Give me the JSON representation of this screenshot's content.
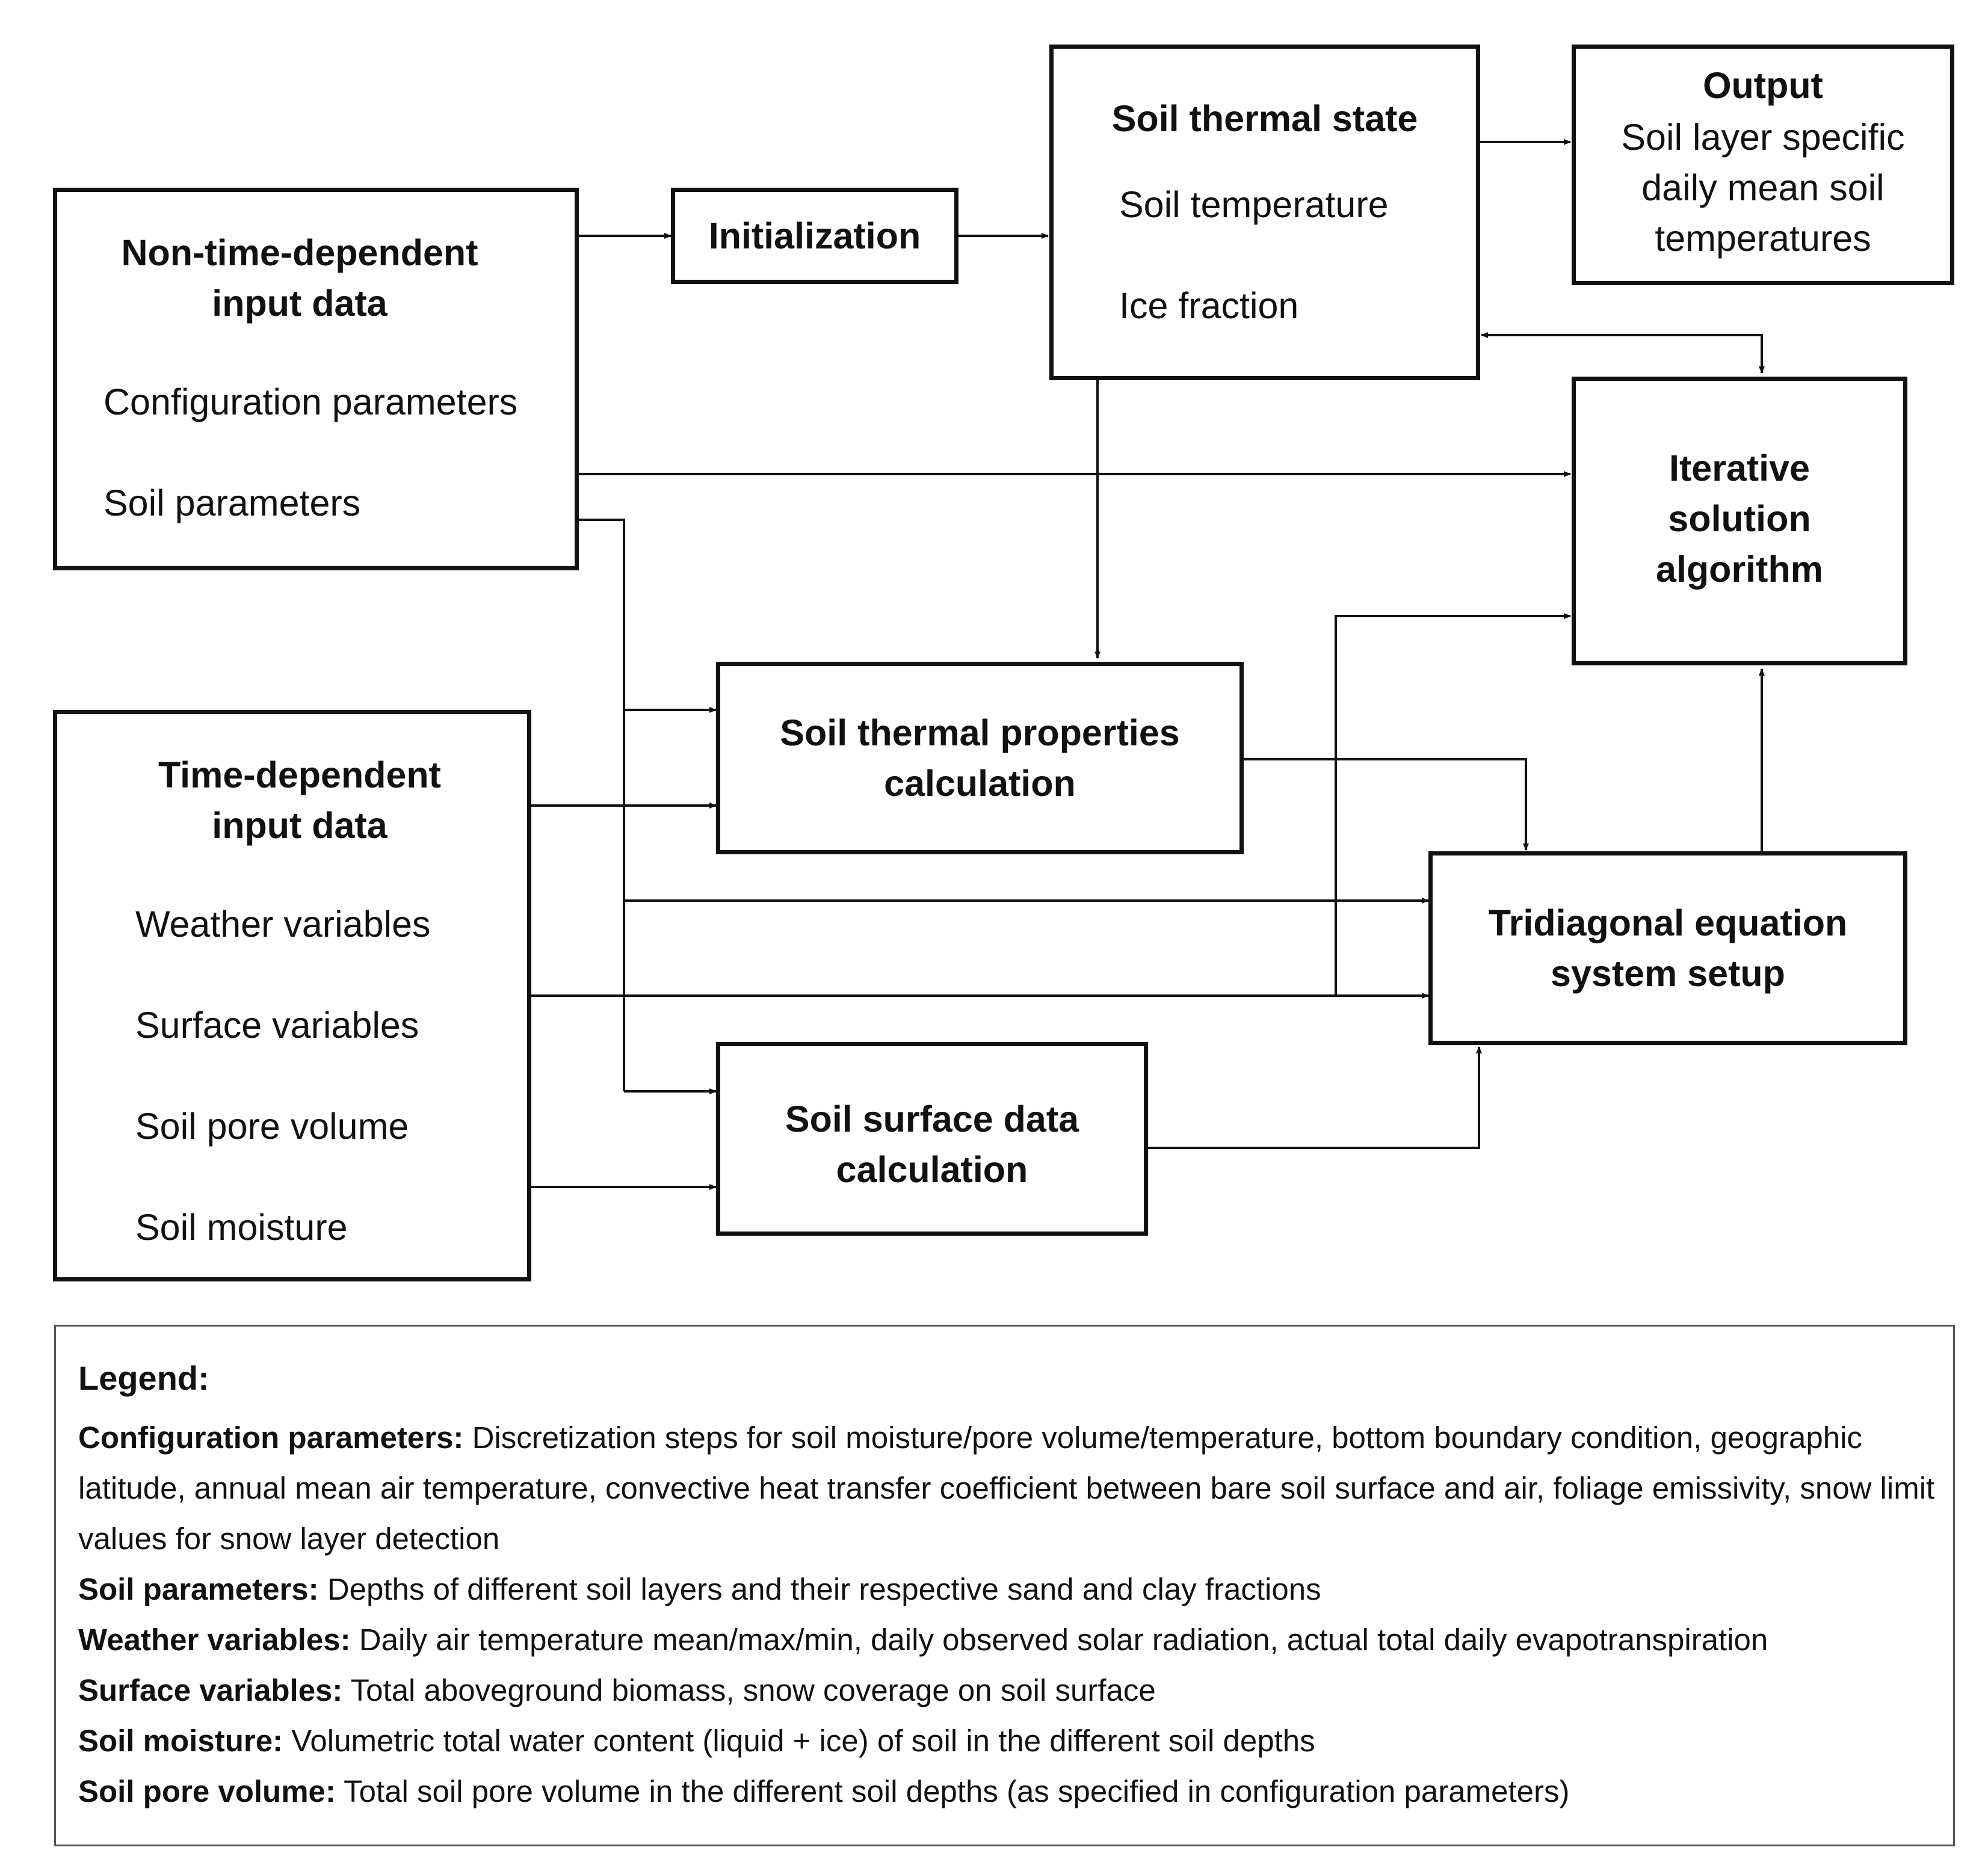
{
  "boxes": {
    "non_time": {
      "title_line1": "Non-time-dependent",
      "title_line2": "input data",
      "items": [
        "Configuration parameters",
        "Soil parameters"
      ]
    },
    "initialization": {
      "title": "Initialization"
    },
    "soil_thermal_state": {
      "title": "Soil thermal state",
      "items": [
        "Soil temperature",
        "Ice fraction"
      ]
    },
    "output": {
      "title": "Output",
      "lines": [
        "Soil layer specific",
        "daily mean soil",
        "temperatures"
      ]
    },
    "iterative": {
      "lines": [
        "Iterative",
        "solution",
        "algorithm"
      ]
    },
    "time_dep": {
      "title_line1": "Time-dependent",
      "title_line2": "input data",
      "items": [
        "Weather variables",
        "Surface variables",
        "Soil pore volume",
        "Soil moisture"
      ]
    },
    "thermal_props": {
      "lines": [
        "Soil thermal properties",
        "calculation"
      ]
    },
    "tridiagonal": {
      "lines": [
        "Tridiagonal equation",
        "system setup"
      ]
    },
    "surface_data": {
      "lines": [
        "Soil surface data",
        "calculation"
      ]
    }
  },
  "legend": {
    "title": "Legend:",
    "entries": [
      {
        "term": "Configuration parameters:",
        "text": "Discretization steps for soil moisture/pore volume/temperature, bottom boundary condition, geographic latitude, annual mean air temperature, convective heat transfer coefficient between bare soil surface and air, foliage emissivity, snow limit values for snow layer detection"
      },
      {
        "term": "Soil parameters:",
        "text": "Depths of different soil layers and their respective sand and clay fractions"
      },
      {
        "term": "Weather variables:",
        "text": "Daily air temperature mean/max/min, daily observed solar radiation, actual total daily evapotranspiration"
      },
      {
        "term": "Surface variables:",
        "text": "Total aboveground biomass, snow coverage on soil surface"
      },
      {
        "term": "Soil moisture:",
        "text": "Volumetric total water content (liquid + ice) of soil in the different soil depths"
      },
      {
        "term": "Soil pore volume:",
        "text": "Total soil pore volume in the different soil depths (as specified in configuration parameters)"
      }
    ]
  }
}
